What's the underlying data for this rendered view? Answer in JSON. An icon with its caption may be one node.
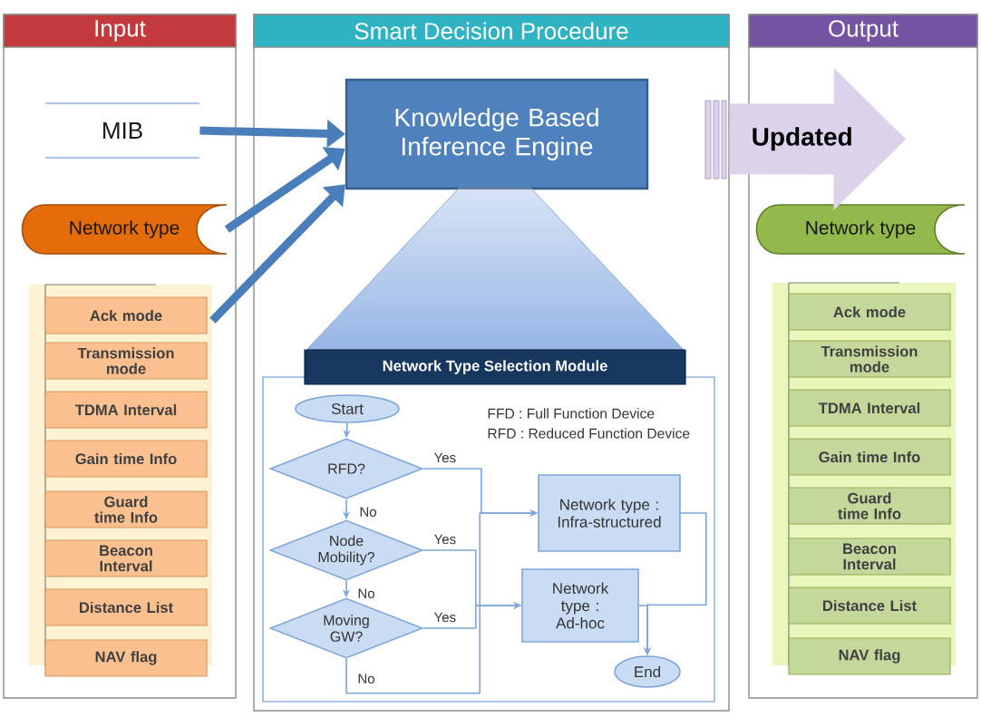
{
  "diagram": {
    "nodes": [
      {
        "text": [
          "Input"
        ]
      },
      {
        "text": [
          "MIB"
        ],
        "in": 0
      },
      {
        "text": [
          "Network type"
        ],
        "in": 0
      },
      {
        "text": [],
        "shape": "box",
        "in": 0
      },
      {
        "text": [
          "Ack mode"
        ],
        "in": 3
      },
      {
        "text": [
          "Transmission mode"
        ],
        "in": 3
      },
      {
        "text": [
          "TDMA Interval"
        ],
        "in": 3
      },
      {
        "text": [
          "Gain time Info"
        ],
        "in": 3
      },
      {
        "text": [
          "Guard time Info"
        ],
        "in": 3
      },
      {
        "text": [
          "Beacon Interval"
        ],
        "in": 3
      },
      {
        "text": [
          "Distance List"
        ],
        "in": 3
      },
      {
        "text": [
          "NAV flag"
        ],
        "in": 3
      },
      {
        "text": [
          "Smart Decision Procedure"
        ]
      },
      {
        "text": [
          "Knowledge Based Inference Engine"
        ],
        "in": 12
      },
      {
        "text": [
          "Network Type Selection Module"
        ],
        "in": 12
      },
      {
        "text": [
          "Start"
        ],
        "in": 14
      },
      {
        "text": [
          "RFD?"
        ],
        "in": 14
      },
      {
        "text": [
          "Node Mobility?"
        ],
        "in": 14
      },
      {
        "text": [
          "Moving GW?"
        ],
        "in": 14
      },
      {
        "text": [
          "Network type : Infra-structured"
        ],
        "in": 14
      },
      {
        "text": [
          "Network type : Ad-hoc"
        ],
        "in": 14
      },
      {
        "text": [
          "End"
        ],
        "in": 14
      },
      {
        "text": [
          "Output"
        ]
      },
      {
        "text": [
          "Network type"
        ],
        "in": 22
      },
      {
        "text": [],
        "shape": "box",
        "in": 22
      },
      {
        "text": [
          "Ack mode"
        ],
        "in": 24
      },
      {
        "text": [
          "Transmission mode"
        ],
        "in": 24
      },
      {
        "text": [
          "TDMA Interval"
        ],
        "in": 24
      },
      {
        "text": [
          "Gain time Info"
        ],
        "in": 24
      },
      {
        "text": [
          "Guard time Info"
        ],
        "in": 24
      },
      {
        "text": [
          "Beacon Interval"
        ],
        "in": 24
      },
      {
        "text": [
          "Distance List"
        ],
        "in": 24
      },
      {
        "text": [
          "NAV flag"
        ],
        "in": 24
      }
    ],
    "edges": [
      {
        "from": 1,
        "to": 13,
        "arrow": "to",
        "style": "thick",
        "color": "#4a7ebb"
      },
      {
        "from": 2,
        "to": 13,
        "arrow": "to",
        "style": "thick",
        "color": "#4a7ebb"
      },
      {
        "from": 3,
        "to": 13,
        "arrow": "to",
        "style": "thick",
        "color": "#4a7ebb"
      },
      {
        "from": 15,
        "to": 16,
        "arrow": "to"
      },
      {
        "from": 16,
        "to": 17,
        "arrow": "to",
        "label": "No"
      },
      {
        "from": 17,
        "to": 18,
        "arrow": "to",
        "label": "No"
      },
      {
        "from": 16,
        "to": 19,
        "arrow": "to",
        "label": "Yes"
      },
      {
        "from": 17,
        "to": 20,
        "arrow": "to",
        "label": "Yes"
      },
      {
        "from": 18,
        "to": 20,
        "arrow": "to",
        "label": "Yes"
      },
      {
        "from": 18,
        "to": 19,
        "arrow": "to",
        "label": "No"
      },
      {
        "from": 19,
        "to": 21,
        "arrow": "to"
      },
      {
        "from": 20,
        "to": 21,
        "arrow": "to"
      },
      {
        "from": 12,
        "to": 23,
        "arrow": "to",
        "label": "Updated",
        "style": "thick",
        "color": "#dcd3ea"
      }
    ],
    "labels": [
      "FFD : Full Function Device",
      "RFD : Reduced Function Device"
    ]
  }
}
